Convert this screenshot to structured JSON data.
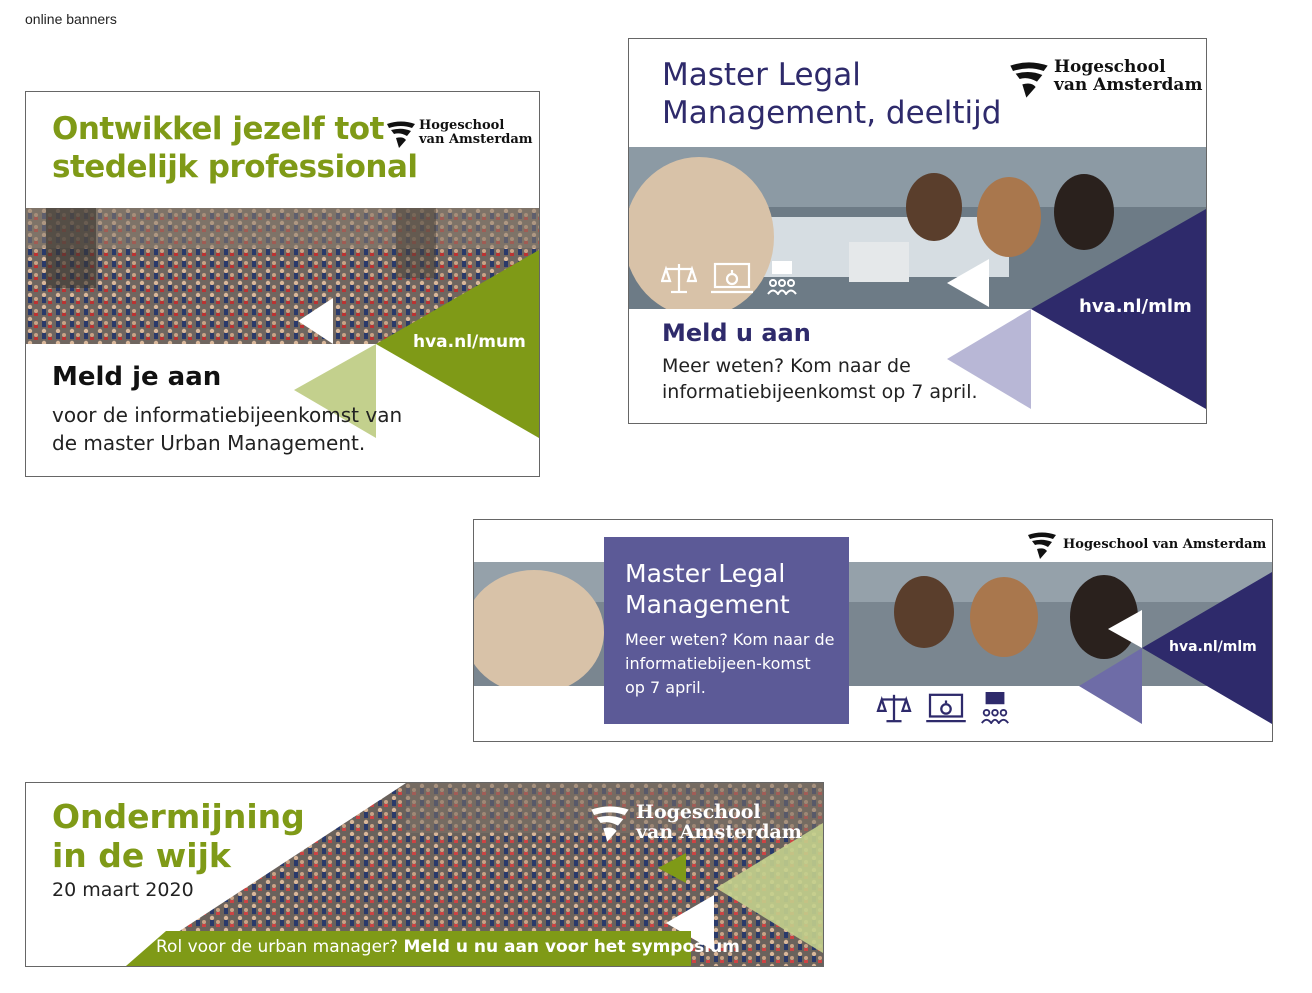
{
  "page": {
    "caption": "online banners"
  },
  "logo": {
    "line1": "Hogeschool",
    "line2": "van Amsterdam",
    "single_line": "Hogeschool van Amsterdam"
  },
  "banner_urban": {
    "title_line1": "Ontwikkel jezelf tot",
    "title_line2": "stedelijk professional",
    "url": "hva.nl/mum",
    "heading": "Meld je aan",
    "subtext": "voor de informatiebijeenkomst van de master Urban Management."
  },
  "banner_legal_square": {
    "title_line1": "Master Legal",
    "title_line2": "Management, deeltijd",
    "url": "hva.nl/mlm",
    "heading": "Meld u aan",
    "subtext": "Meer weten? Kom naar de informatiebijeenkomst op 7 april."
  },
  "banner_legal_wide": {
    "title_line1": "Master Legal",
    "title_line2": "Management",
    "subtext": "Meer weten? Kom naar de informatiebijeen-komst op 7 april.",
    "url": "hva.nl/mlm"
  },
  "banner_ondermijning": {
    "title_line1": "Ondermijning",
    "title_line2": "in de wijk",
    "date": "20 maart 2020",
    "bar_text": "Rol voor de urban manager?",
    "bar_cta": "Meld u nu aan voor het symposium"
  },
  "icons": [
    "scales-icon",
    "laptop-gear-icon",
    "meeting-icon"
  ],
  "colors": {
    "green": "#7f9a17",
    "light_green": "#c3d08d",
    "navy": "#2e2a6b",
    "lavender": "#b8b7d6",
    "purple_box": "#5c5a97"
  }
}
